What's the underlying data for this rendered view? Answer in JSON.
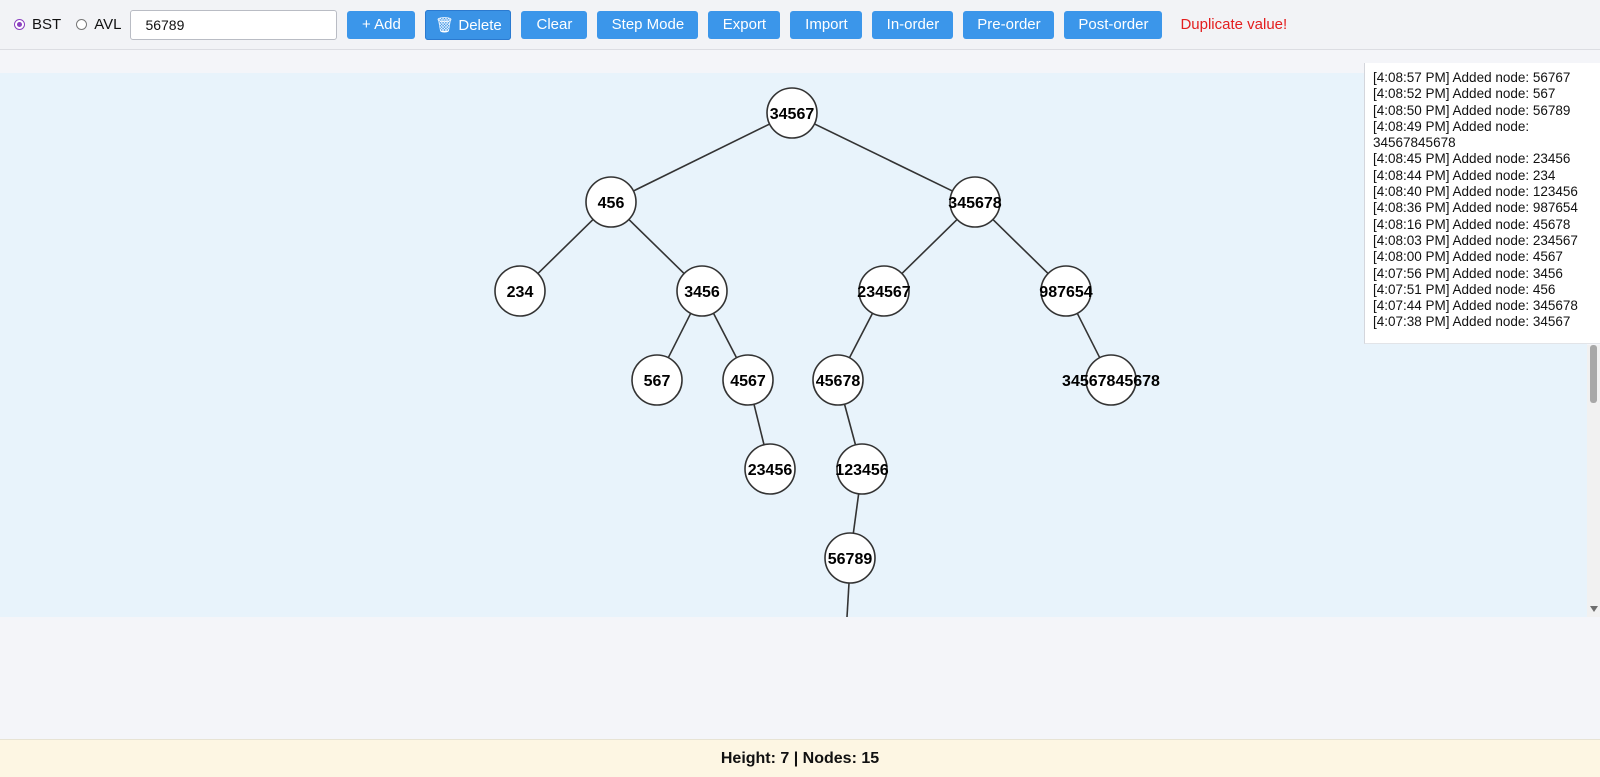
{
  "toolbar": {
    "modes": [
      {
        "label": "BST",
        "checked": true
      },
      {
        "label": "AVL",
        "checked": false
      }
    ],
    "value_input": "56789",
    "buttons": {
      "add": "+ Add",
      "delete": "🗑 Delete",
      "clear": "Clear",
      "step_mode": "Step Mode",
      "export": "Export",
      "import": "Import",
      "in_order": "In-order",
      "pre_order": "Pre-order",
      "post_order": "Post-order"
    },
    "error_message": "Duplicate value!"
  },
  "tree": {
    "nodes": [
      {
        "id": "n1",
        "value": "34567",
        "parent": null,
        "side": null
      },
      {
        "id": "n2",
        "value": "456",
        "parent": "n1",
        "side": "left"
      },
      {
        "id": "n3",
        "value": "345678",
        "parent": "n1",
        "side": "right"
      },
      {
        "id": "n4",
        "value": "234",
        "parent": "n2",
        "side": "left"
      },
      {
        "id": "n5",
        "value": "3456",
        "parent": "n2",
        "side": "right"
      },
      {
        "id": "n6",
        "value": "234567",
        "parent": "n3",
        "side": "left"
      },
      {
        "id": "n7",
        "value": "987654",
        "parent": "n3",
        "side": "right"
      },
      {
        "id": "n8",
        "value": "567",
        "parent": "n5",
        "side": "left"
      },
      {
        "id": "n9",
        "value": "4567",
        "parent": "n5",
        "side": "right"
      },
      {
        "id": "n10",
        "value": "45678",
        "parent": "n6",
        "side": "left"
      },
      {
        "id": "n11",
        "value": "34567845678",
        "parent": "n7",
        "side": "right"
      },
      {
        "id": "n12",
        "value": "23456",
        "parent": "n9",
        "side": "right"
      },
      {
        "id": "n13",
        "value": "123456",
        "parent": "n10",
        "side": "right"
      },
      {
        "id": "n14",
        "value": "56789",
        "parent": "n13",
        "side": "left"
      }
    ]
  },
  "log": [
    "[4:08:57 PM] Added node: 56767",
    "[4:08:52 PM] Added node: 567",
    "[4:08:50 PM] Added node: 56789",
    "[4:08:49 PM] Added node: 34567845678",
    "[4:08:45 PM] Added node: 23456",
    "[4:08:44 PM] Added node: 234",
    "[4:08:40 PM] Added node: 123456",
    "[4:08:36 PM] Added node: 987654",
    "[4:08:16 PM] Added node: 45678",
    "[4:08:03 PM] Added node: 234567",
    "[4:08:00 PM] Added node: 4567",
    "[4:07:56 PM] Added node: 3456",
    "[4:07:51 PM] Added node: 456",
    "[4:07:44 PM] Added node: 345678",
    "[4:07:38 PM] Added node: 34567"
  ],
  "status": "Height: 7 | Nodes: 15",
  "colors": {
    "button": "#3b96ea",
    "canvas": "#e8f3fb",
    "error": "#e31e1e",
    "status_bar": "#fdf6e3"
  }
}
